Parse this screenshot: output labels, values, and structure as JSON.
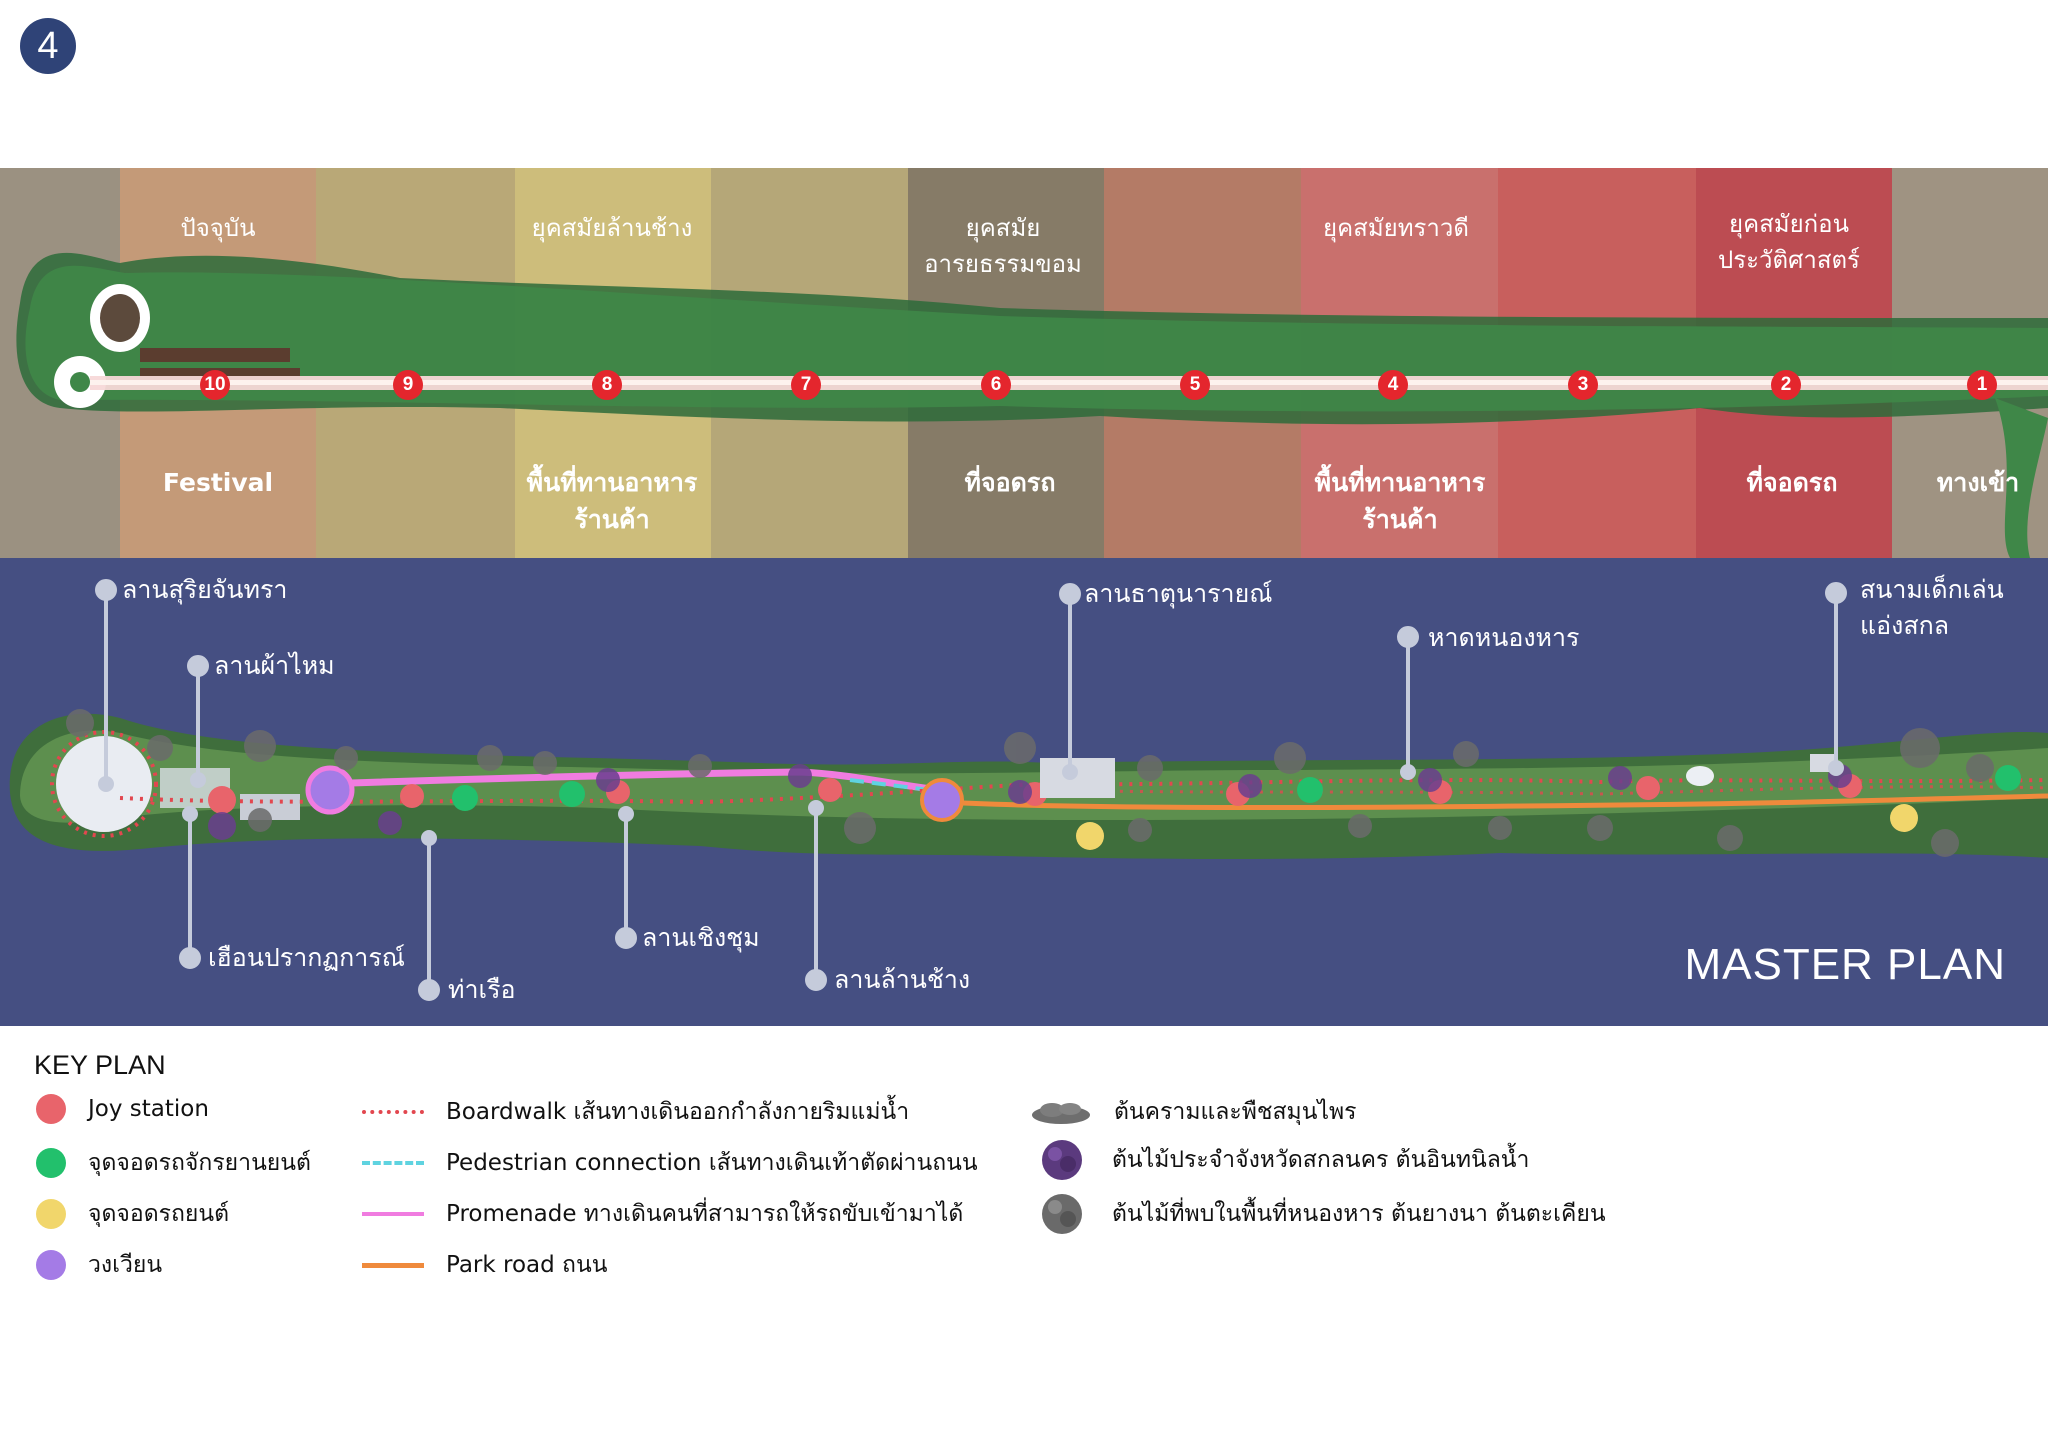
{
  "page_number": "4",
  "timeline": {
    "eras": [
      "ปัจจุบัน",
      "ยุคสมัยล้านช้าง",
      "ยุคสมัย\nอารยธรรมขอม",
      "ยุคสมัยทราวดี",
      "ยุคสมัยก่อน\nประวัติศาสตร์"
    ],
    "zones": [
      "Festival",
      "พื้นที่ทานอาหาร\nร้านค้า",
      "ที่จอดรถ",
      "พื้นที่ทานอาหาร\nร้านค้า",
      "ที่จอดรถ",
      "ทางเข้า"
    ],
    "stations": [
      "10",
      "9",
      "8",
      "7",
      "6",
      "5",
      "4",
      "3",
      "2",
      "1"
    ]
  },
  "master_plan": {
    "title": "MASTER PLAN",
    "callouts": [
      "ลานสุริยจันทรา",
      "ลานผ้าไหม",
      "ลานธาตุนารายณ์",
      "หาดหนองหาร",
      "สนามเด็กเล่น\nแอ่งสกล",
      "เฮือนปรากฏการณ์",
      "ท่าเรือ",
      "ลานเชิงชุม",
      "ลานล้านช้าง"
    ]
  },
  "key_plan": {
    "title": "KEY PLAN",
    "points": [
      {
        "label": "Joy station",
        "color": "#e8646b"
      },
      {
        "label": "จุดจอดรถจักรยานยนต์",
        "color": "#22c06c"
      },
      {
        "label": "จุดจอดรถยนต์",
        "color": "#f1d66b"
      },
      {
        "label": "วงเวียน",
        "color": "#a47be6"
      }
    ],
    "lines": [
      {
        "label": "Boardwalk เส้นทางเดินออกกำลังกายริมแม่น้ำ",
        "color": "#e2474f",
        "style": "dotted"
      },
      {
        "label": "Pedestrian connection เส้นทางเดินเท้าตัดผ่านถนน",
        "color": "#5fd3e0",
        "style": "dashed"
      },
      {
        "label": "Promenade ทางเดินคนที่สามารถให้รถขับเข้ามาได้",
        "color": "#f07ce0",
        "style": "solid"
      },
      {
        "label": "Park road ถนน",
        "color": "#ef8a3c",
        "style": "solid"
      }
    ],
    "plants": [
      {
        "label": "ต้นครามและพืชสมุนไพร",
        "icon": "shrub-icon"
      },
      {
        "label": "ต้นไม้ประจำจังหวัดสกลนคร ต้นอินทนิลน้ำ",
        "icon": "purple-tree-icon"
      },
      {
        "label": "ต้นไม้ที่พบในพื้นที่หนองหาร ต้นยางนา ต้นตะเคียน",
        "icon": "grey-tree-icon"
      }
    ]
  }
}
